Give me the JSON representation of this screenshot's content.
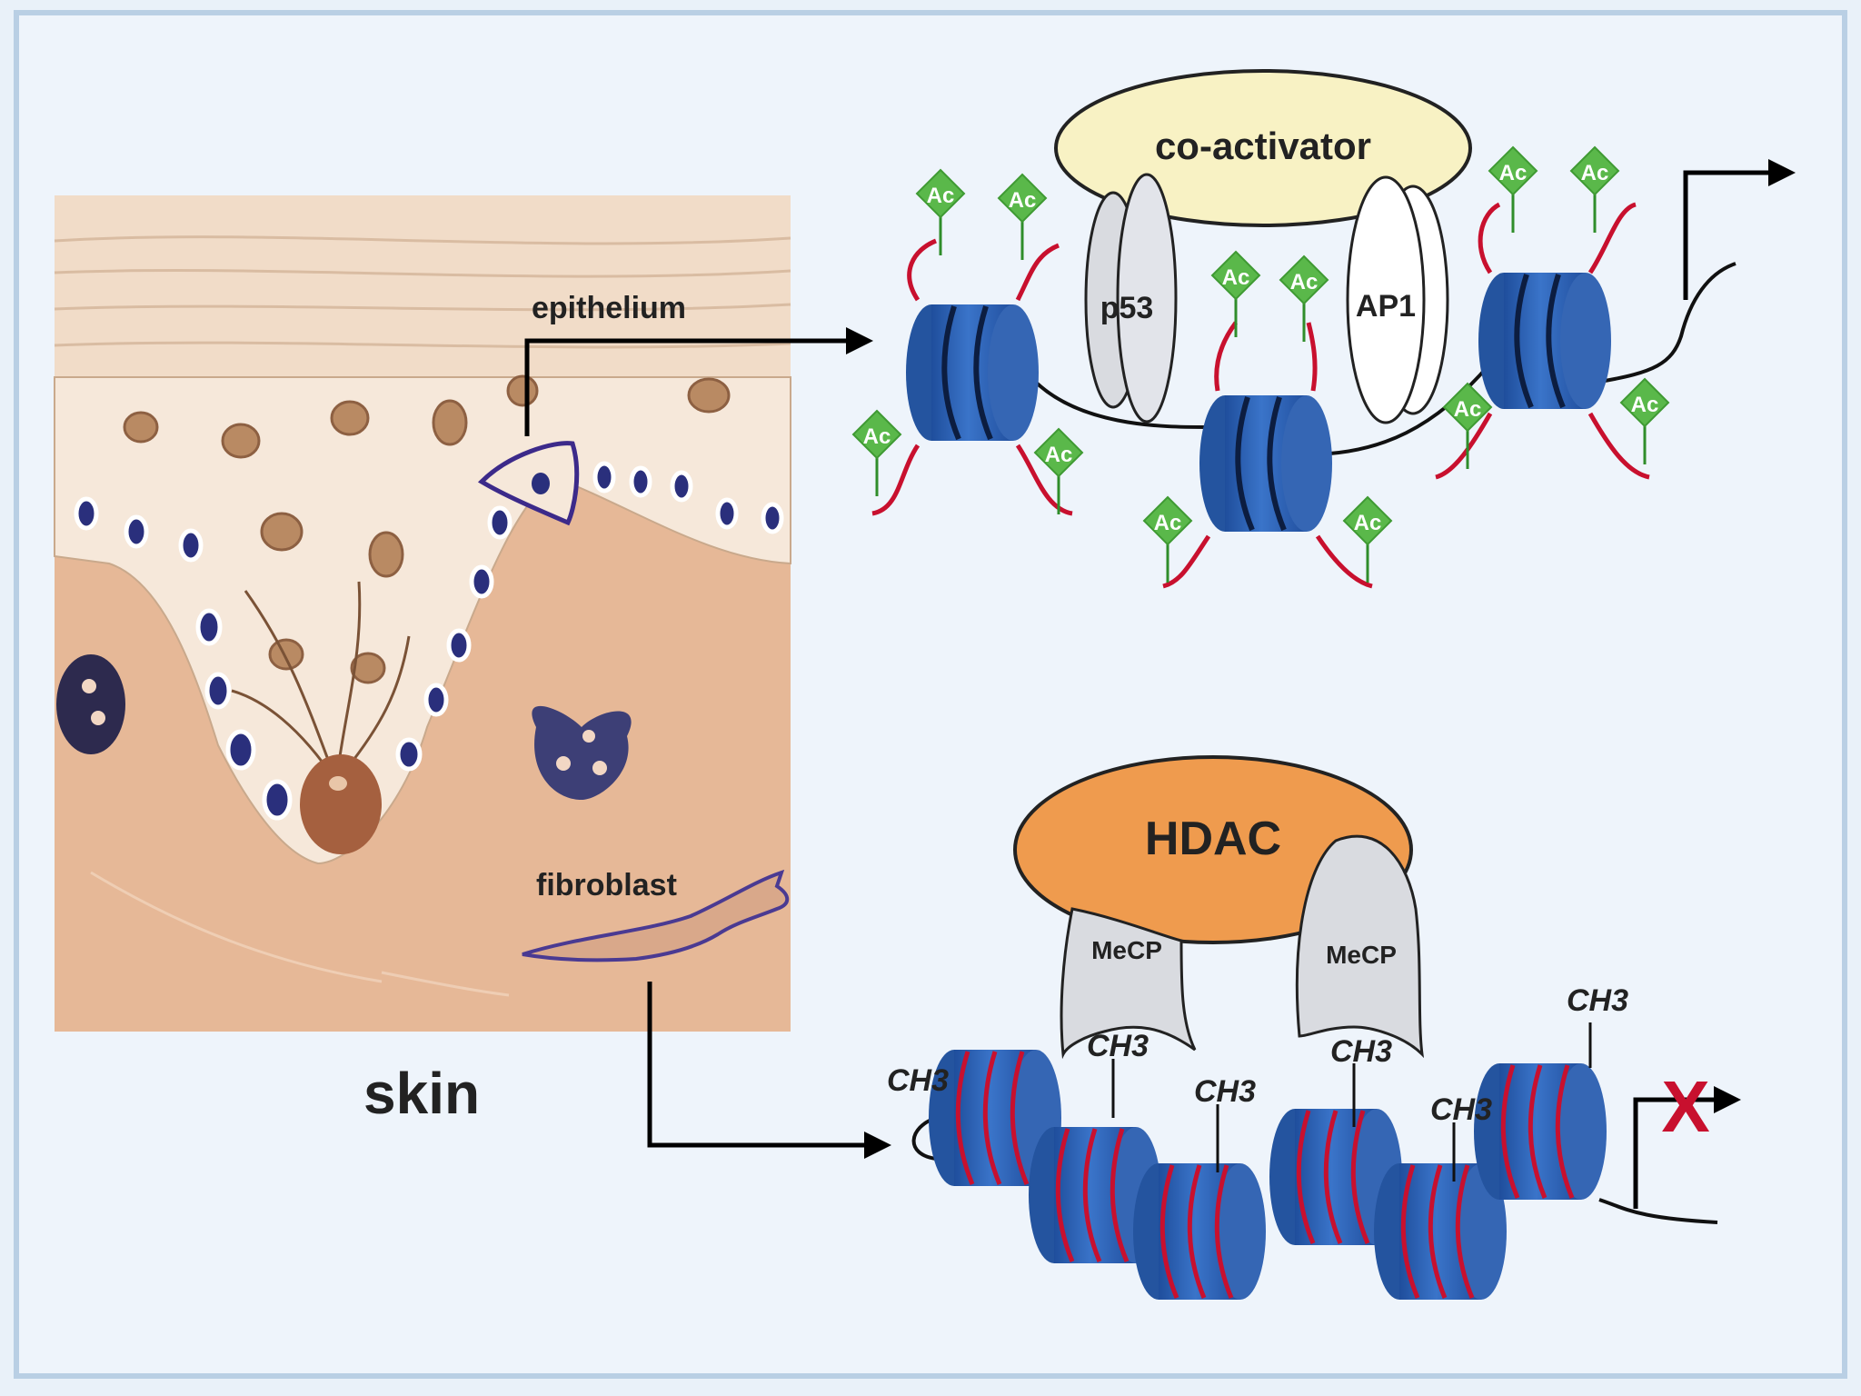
{
  "labels": {
    "epithelium": "epithelium",
    "fibroblast": "fibroblast",
    "skin": "skin",
    "co_activator": "co-activator",
    "p53": "p53",
    "ap1": "AP1",
    "hdac": "HDAC",
    "mecp": "MeCP",
    "ac": "Ac",
    "ch3": "CH3",
    "blocked": "X"
  },
  "colors": {
    "background": "#e9f1f9",
    "frame": "#b9cfe4",
    "nucleosome": "#2f63b5",
    "histone_tail": "#c8102e",
    "acetyl_mark": "#5ab84a",
    "co_activator": "#f8f2c4",
    "hdac": "#ef9b4e",
    "mecp": "#d9dbe0",
    "skin_dermis": "#e6b897",
    "skin_epidermis": "#f3e1cf"
  }
}
